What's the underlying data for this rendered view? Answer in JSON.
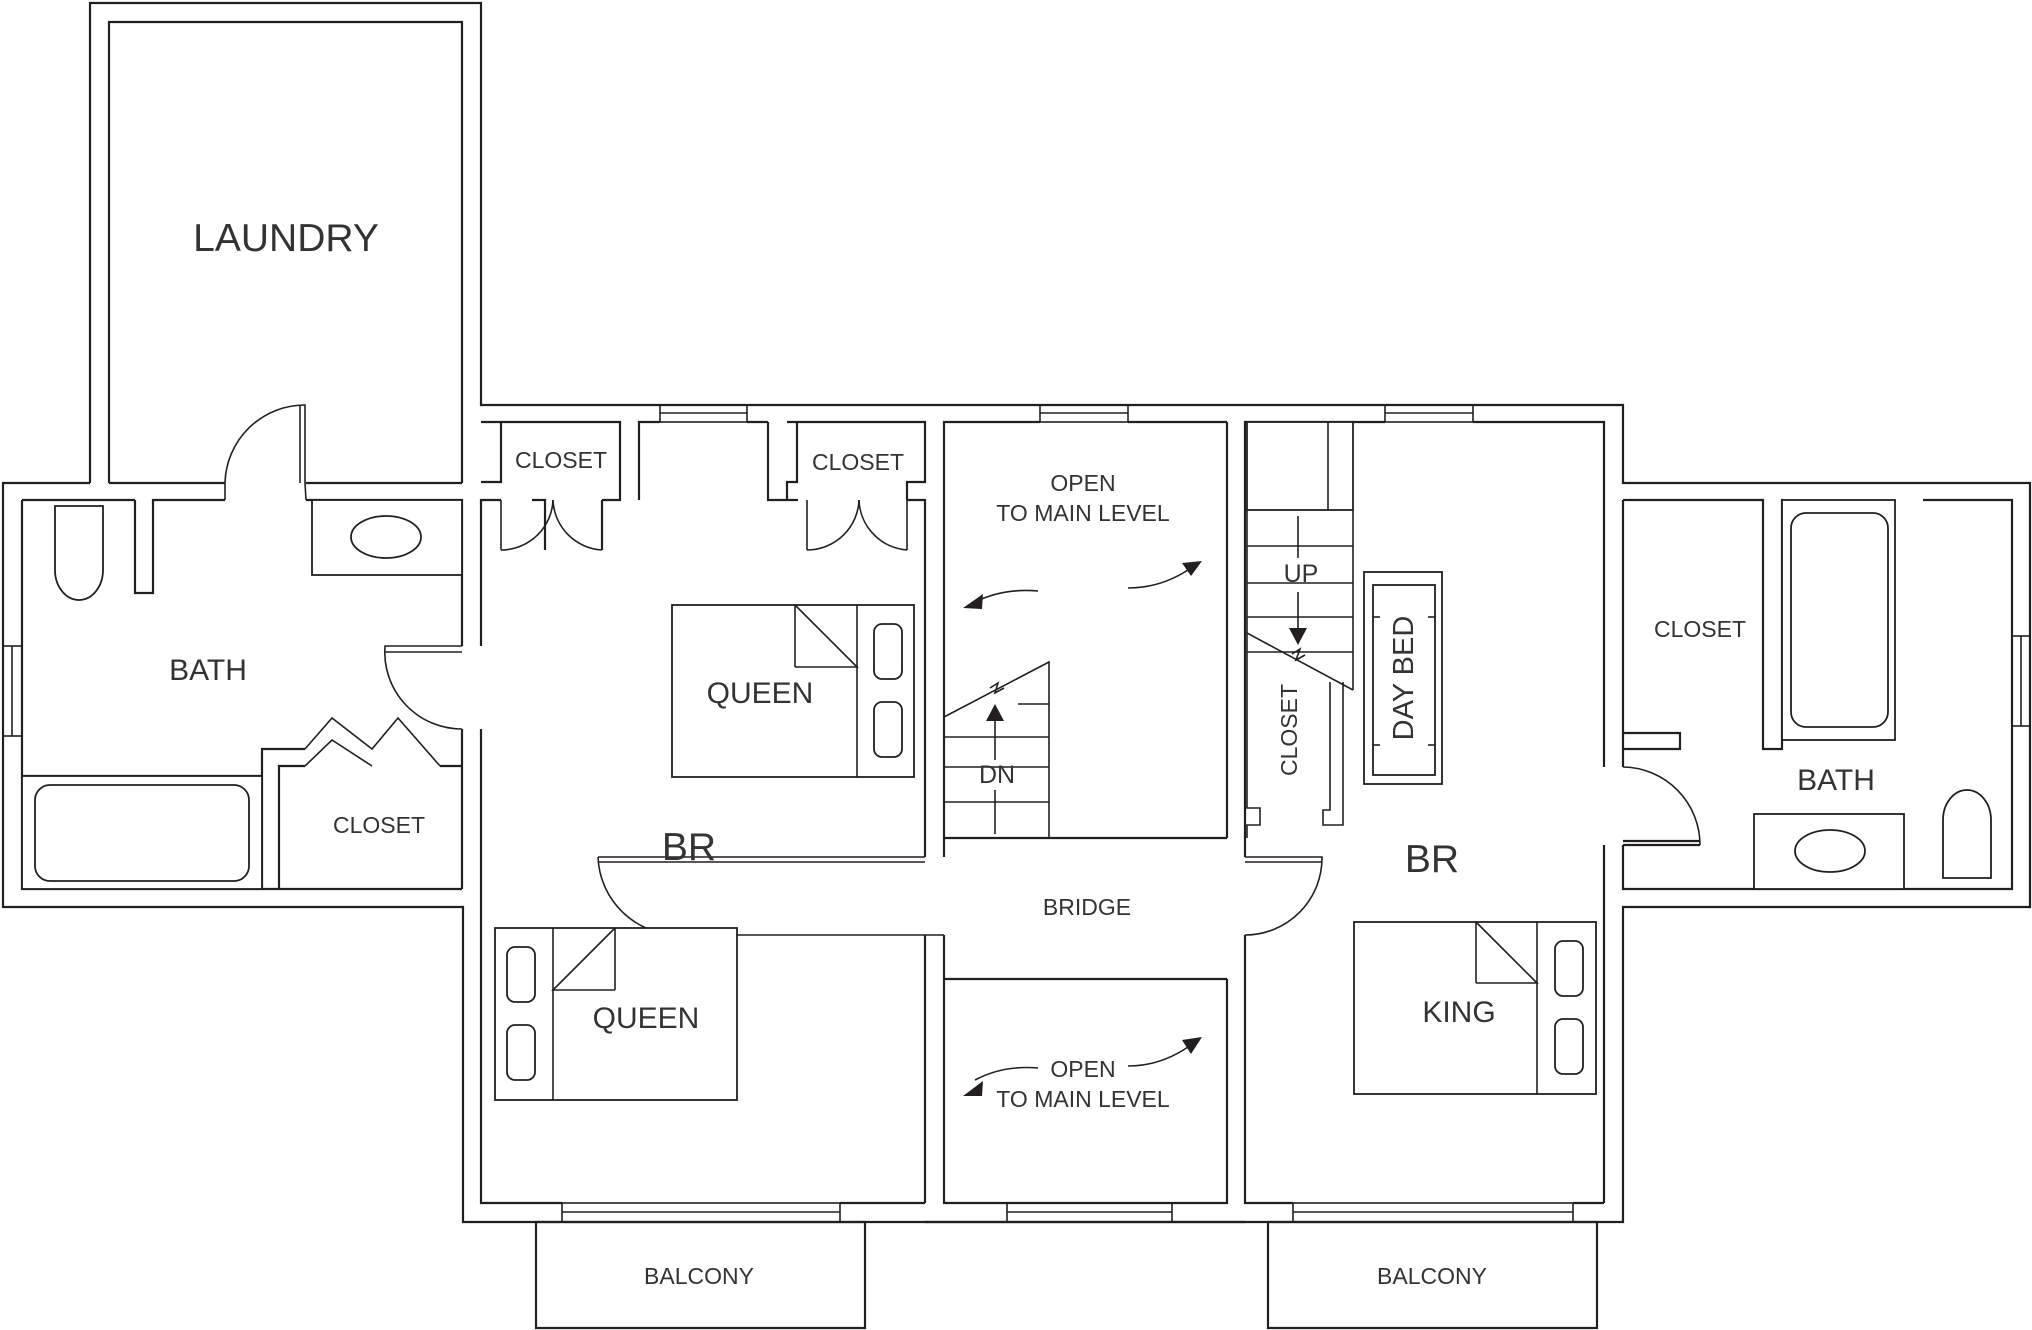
{
  "floorplan": {
    "colors": {
      "line": "#231f20",
      "text": "#333333",
      "background": "#ffffff"
    },
    "rooms": {
      "laundry": "LAUNDRY",
      "bath_left": "BATH",
      "bath_right": "BATH",
      "closet_bath_left": "CLOSET",
      "closet_top_1": "CLOSET",
      "closet_top_2": "CLOSET",
      "closet_stair": "CLOSET",
      "closet_right": "CLOSET",
      "br_left": "BR",
      "br_right": "BR",
      "bridge": "BRIDGE",
      "balcony_left": "BALCONY",
      "balcony_right": "BALCONY"
    },
    "beds": {
      "queen_top": "QUEEN",
      "queen_bottom": "QUEEN",
      "king": "KING",
      "day_bed": "DAY BED"
    },
    "stairs": {
      "down": "DN",
      "up": "UP"
    },
    "open_notes": {
      "upper": {
        "line1": "OPEN",
        "line2": "TO MAIN LEVEL"
      },
      "lower": {
        "line1": "OPEN",
        "line2": "TO MAIN LEVEL"
      }
    }
  }
}
